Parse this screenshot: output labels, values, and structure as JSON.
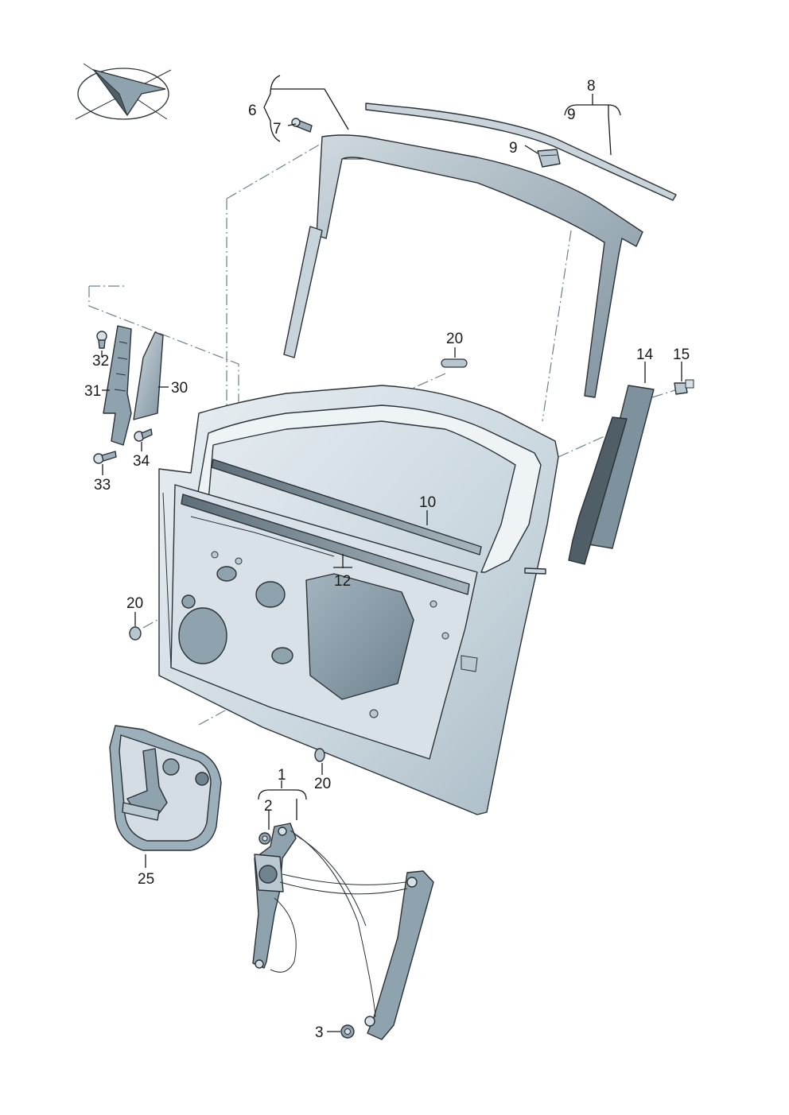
{
  "callouts": {
    "c1": "1",
    "c2": "2",
    "c3": "3",
    "c6": "6",
    "c7": "7",
    "c8": "8",
    "c9a": "9",
    "c9b": "9",
    "c10": "10",
    "c12": "12",
    "c14": "14",
    "c15": "15",
    "c20a": "20",
    "c20b": "20",
    "c20c": "20",
    "c25": "25",
    "c30": "30",
    "c31": "31",
    "c32": "32",
    "c33": "33",
    "c34": "34"
  },
  "colors": {
    "panel_light": "#dfe7ec",
    "panel_mid": "#b9c8d1",
    "panel_dark": "#7e929e",
    "window_shade": "#8fa3af",
    "seal_dark": "#4f5e67",
    "outline": "#2b3136"
  },
  "icons": {
    "orientation": "orientation-arrow-icon"
  }
}
